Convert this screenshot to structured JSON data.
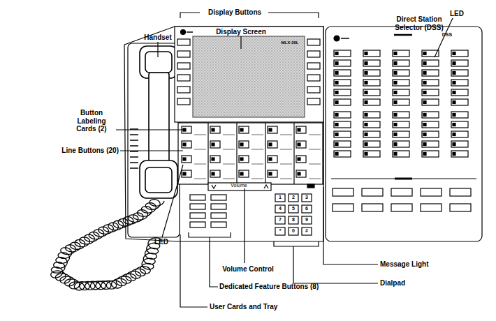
{
  "diagram": {
    "labels": [
      "Display Buttons",
      "Handset",
      "Display Screen",
      "LED",
      "Direct Station Selector (DSS)",
      "Button Labeling Cards (2)",
      "Line Buttons (20)",
      "LED",
      "Volume Control",
      "Message Light",
      "Dialpad",
      "Dedicated Feature Buttons (8)",
      "User Cards and Tray",
      "MLX-20L",
      "DSS",
      "Volume",
      "1",
      "2",
      "3",
      "4",
      "5",
      "6",
      "7",
      "8",
      "9",
      "*",
      "0",
      "#"
    ]
  }
}
